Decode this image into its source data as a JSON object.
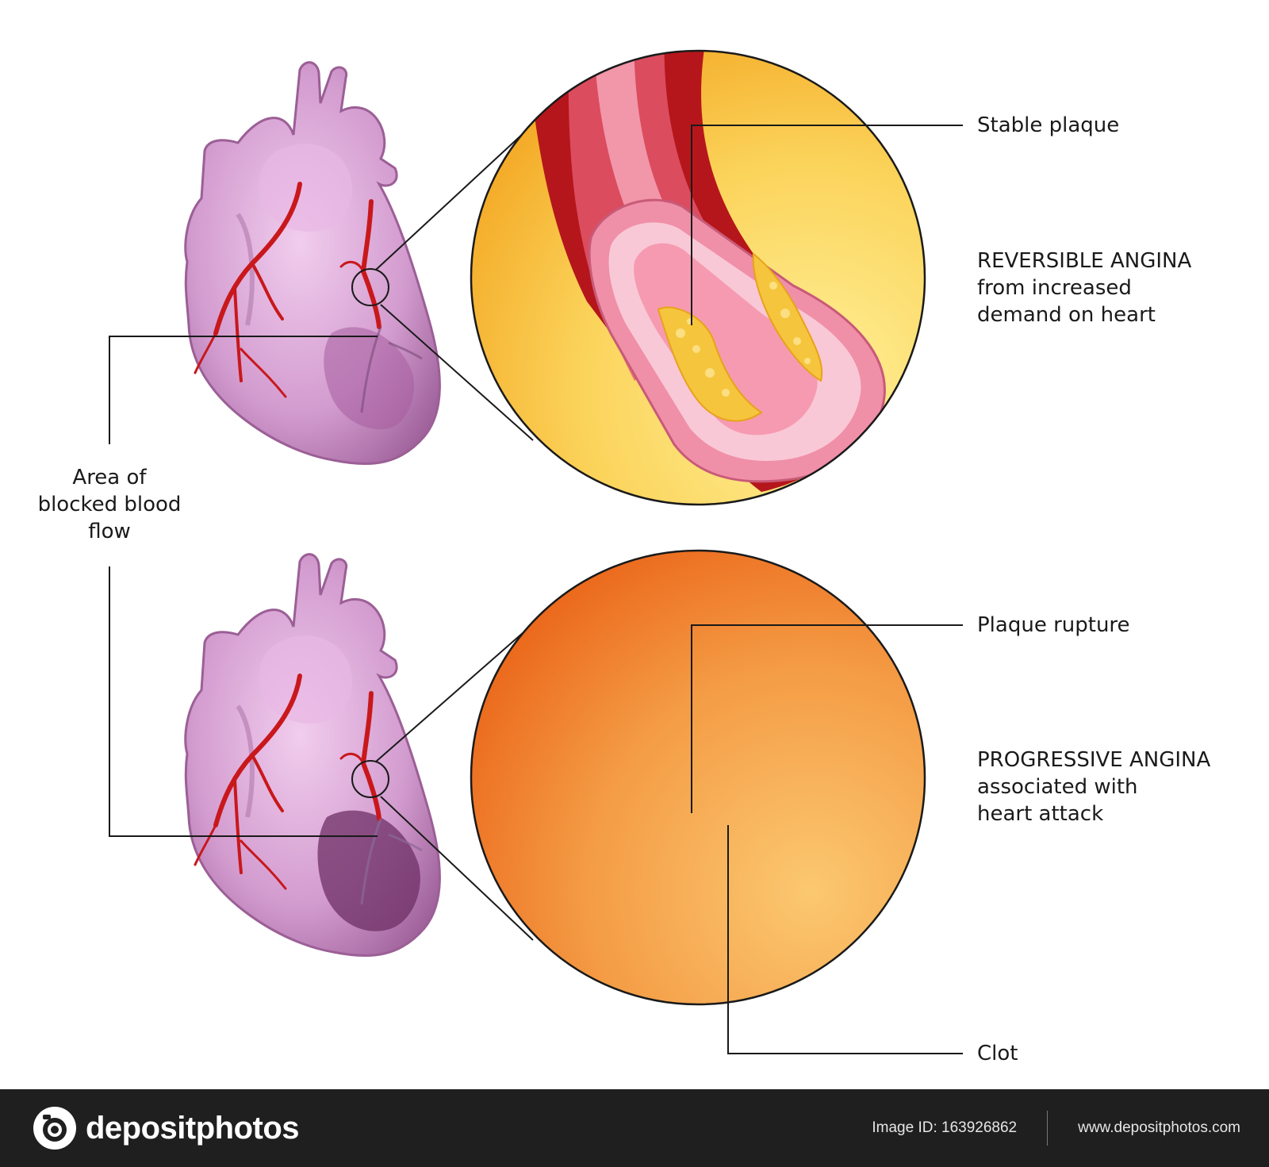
{
  "labels": {
    "area_blocked_lines": [
      "Area of",
      "blocked blood",
      "flow"
    ],
    "stable_plaque": "Stable plaque",
    "reversible_title": "REVERSIBLE ANGINA",
    "reversible_lines": [
      "from increased",
      "demand on heart"
    ],
    "plaque_rupture": "Plaque rupture",
    "progressive_title": "PROGRESSIVE ANGINA",
    "progressive_lines": [
      "associated with",
      "heart attack"
    ],
    "clot": "Clot"
  },
  "stock_bar": {
    "brand": "depositphotos",
    "image_id": "Image ID: 163926862",
    "site": "www.depositphotos.com"
  },
  "colors": {
    "heart": "#c98fc4",
    "artery": "#c8181c",
    "lumen": "#f6a6b8",
    "plaque": "#f5c53d",
    "clot": "#c42a2a",
    "stable_bg_inner": "#ffe98a",
    "stable_bg_outer": "#f5b22e",
    "progressive_bg_inner": "#fbc46b",
    "progressive_bg_outer": "#ec6a1e",
    "bar": "#1f1f1f"
  },
  "icons": {
    "brand": "camera-icon"
  }
}
